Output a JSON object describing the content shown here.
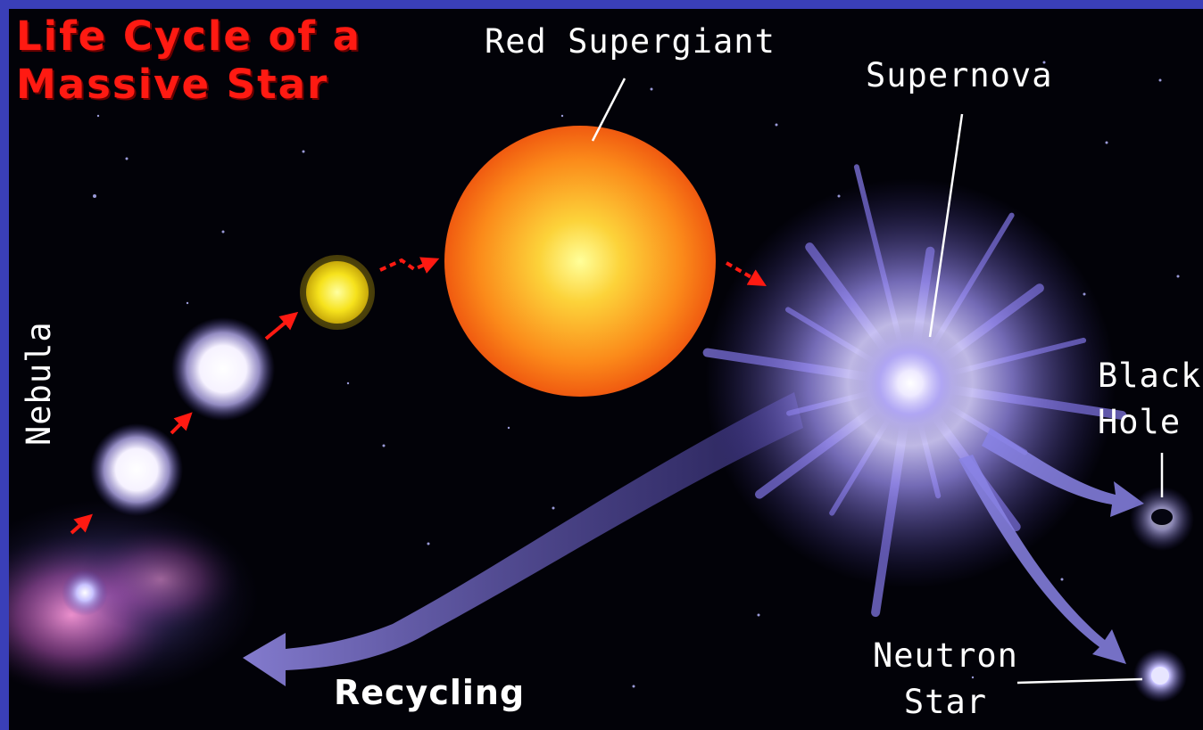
{
  "title": {
    "line1": "Life Cycle of a",
    "line2": "Massive Star"
  },
  "stages": {
    "nebula": "Nebula",
    "red_supergiant": "Red Supergiant",
    "supernova": "Supernova",
    "black_hole_line1": "Black",
    "black_hole_line2": "Hole",
    "neutron_star_line1": "Neutron",
    "neutron_star_line2": "Star",
    "recycling": "Recycling"
  },
  "colors": {
    "frame": "#3a3fb8",
    "background": "#020208",
    "title": "#ff1a12",
    "arrows": "#ff1a12",
    "labels": "#ffffff",
    "flow_arrows": "#8a84e6"
  }
}
